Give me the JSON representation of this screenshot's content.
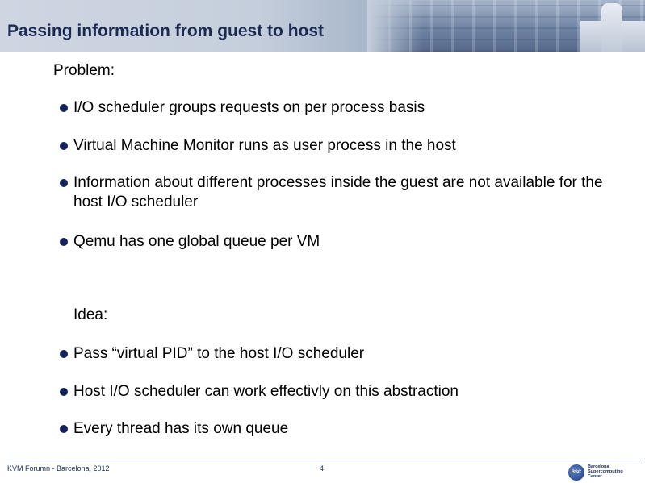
{
  "slide": {
    "title": "Passing information from guest to host",
    "problem_label": "Problem:",
    "problem_bullets": [
      "I/O scheduler groups requests on per process basis",
      "Virtual Machine Monitor runs as user process in the host",
      "Information about different processes inside the guest are not available for the host I/O scheduler",
      "Qemu has one global queue per VM"
    ],
    "idea_label": "Idea:",
    "idea_bullets": [
      "Pass “virtual PID” to the host I/O scheduler",
      "Host I/O scheduler can work effectivly on this abstraction",
      "Every thread has its own queue"
    ]
  },
  "footer": {
    "event": "KVM Forumn - Barcelona, 2012",
    "page_number": "4",
    "logo_initials": "BSC",
    "logo_name": "Barcelona\nSupercomputing\nCenter"
  },
  "colors": {
    "title": "#1c2a52",
    "bullet": "#12235a",
    "header_band": "#c5cedc"
  }
}
